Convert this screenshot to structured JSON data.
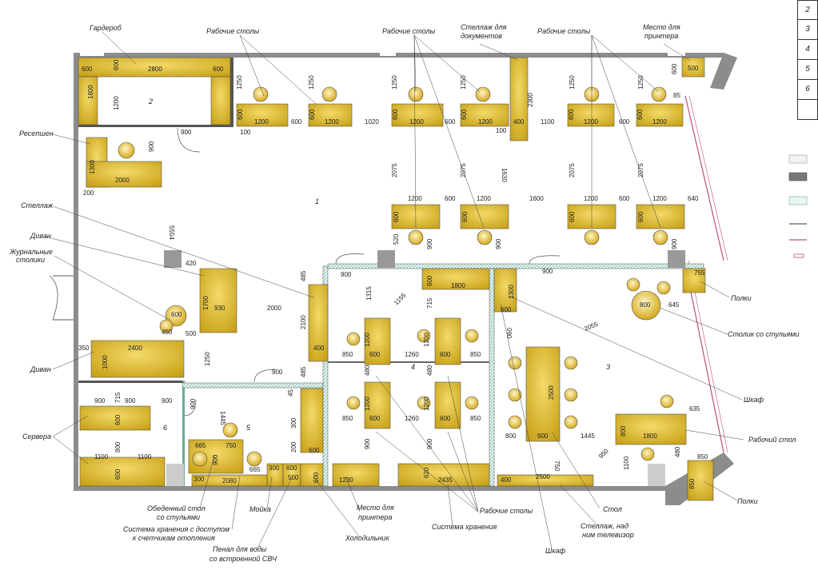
{
  "labels": {
    "garderob": "Гардероб",
    "work_tables_1": "Рабочие столы",
    "work_tables_2": "Рабочие столы",
    "doc_rack_1": "Стеллаж для",
    "doc_rack_2": "документов",
    "work_tables_3": "Рабочие столы",
    "printer_1": "Место для",
    "printer_2": "принтера",
    "reception": "Ресепшен",
    "rack": "Стеллаж",
    "sofa_1": "Диван",
    "coffee_1": "Журнальные",
    "coffee_2": "столики",
    "sofa_2": "Диван",
    "servers": "Сервера",
    "shelves_1": "Полки",
    "table_chairs": "Столик со стульями",
    "cabinet_1": "Шкаф",
    "work_table": "Рабочий стол",
    "shelves_2": "Полки",
    "dining_1": "Обеденный стол",
    "dining_2": "со стульями",
    "storage_heat_1": "Система хранения с доступом",
    "storage_heat_2": "к счетчикам отопления",
    "sink": "Мойка",
    "water_1": "Пенал для воды",
    "water_2": "со встроенной СВЧ",
    "printer2_1": "Место для",
    "printer2_2": "принтера",
    "fridge": "Холодильник",
    "work_tables_4": "Рабочие столы",
    "storage": "Система хранения",
    "cabinet_2": "Шкаф",
    "table": "Стол",
    "tv_rack_1": "Стеллаж, над",
    "tv_rack_2": "ним телевизор"
  },
  "rooms": {
    "r1": "1",
    "r2": "2",
    "r3": "3",
    "r4": "4",
    "r5": "5",
    "r6": "6"
  },
  "legend_numbers": [
    "2",
    "3",
    "4",
    "5",
    "6"
  ],
  "dimensions": {
    "d_600a": "600",
    "d_600b": "600",
    "d_2800": "2800",
    "d_600c": "600",
    "d_1800g": "1800",
    "d_1200g": "1200",
    "d_900a": "900",
    "d_1250a": "1250",
    "d_1250b": "1250",
    "d_1250c": "1250",
    "d_1250d": "1250",
    "d_1250e": "1250",
    "d_1250f": "1250",
    "d_600t1": "600",
    "d_1200t1": "1200",
    "d_600s1": "600",
    "d_600t2": "600",
    "d_1200t2": "1200",
    "d_1020": "1020",
    "d_600t3": "600",
    "d_1200t3": "1200",
    "d_600s2": "600",
    "d_600t4": "600",
    "d_1200t4": "1200",
    "d_1100": "1100",
    "d_600t5": "600",
    "d_1200t5": "1200",
    "d_600s3": "600",
    "d_600t6": "600",
    "d_1200t6": "1200",
    "d_100a": "100",
    "d_100b": "100",
    "d_2300": "2300",
    "d_400r": "400",
    "d_85": "85",
    "d_500": "500",
    "d_1300": "1300",
    "d_900r": "900",
    "d_2000": "2000",
    "d_200": "200",
    "d_5554": "5554",
    "d_2075a": "2075",
    "d_2075b": "2075",
    "d_1630": "1630",
    "d_2075c": "2075",
    "d_2075d": "2075",
    "d_1200b1": "1200",
    "d_600b1": "600",
    "d_1200b2": "1200",
    "d_1600": "1600",
    "d_1200b3": "1200",
    "d_600b2": "600",
    "d_1200b4": "1200",
    "d_640": "640",
    "d_600v1": "600",
    "d_600v2": "600",
    "d_600v3": "600",
    "d_600v4": "600",
    "d_520": "520",
    "d_900v1": "900",
    "d_900v2": "900",
    "d_900v3": "900",
    "d_420": "420",
    "d_1700": "1700",
    "d_930": "930",
    "d_600sofa": "600",
    "d_450": "450",
    "d_500b": "500",
    "d_2000b": "2000",
    "d_485a": "485",
    "d_2100": "2100",
    "d_400b": "400",
    "d_1250g": "1250",
    "d_485b": "485",
    "d_350": "350",
    "d_2400": "2400",
    "d_1000": "1000",
    "d_900c": "900",
    "d_1315": "1315",
    "d_1155": "1155",
    "d_715a": "715",
    "d_600k": "600",
    "d_1800k": "1800",
    "d_1300k": "1300",
    "d_600k2": "600",
    "d_900d": "900",
    "d_755": "755",
    "d_645": "645",
    "d_800": "800",
    "d_1200m1": "1200",
    "d_600m1": "600",
    "d_850a": "850",
    "d_1260a": "1260",
    "d_1200m2": "1200",
    "d_600m2": "600",
    "d_850b": "850",
    "d_480a": "480",
    "d_480b": "480",
    "d_1200m3": "1200",
    "d_600m3": "600",
    "d_850c": "850",
    "d_1260b": "1260",
    "d_1200m4": "1200",
    "d_600m4": "600",
    "d_850d": "850",
    "d_900e": "900",
    "d_900f": "900",
    "d_2055": "2055",
    "d_090": "090",
    "d_2500": "2500",
    "d_900g": "900",
    "d_800b": "800",
    "d_1445a": "1445",
    "d_950": "950",
    "d_750": "750",
    "d_800c": "800",
    "d_1800c": "1800",
    "d_635": "635",
    "d_480c": "480",
    "d_1100b": "1100",
    "d_850e": "850",
    "d_850f": "850",
    "d_900h": "900",
    "d_715b": "715",
    "d_900i": "900",
    "d_900j": "900",
    "d_600srv": "600",
    "d_1100c": "1100",
    "d_800srv": "800",
    "d_1100d": "1100",
    "d_600srv2": "600",
    "d_900k": "900",
    "d_1445b": "1445",
    "d_900l": "900",
    "d_45": "45",
    "d_665a": "665",
    "d_750b": "750",
    "d_900m": "900",
    "d_665b": "665",
    "d_300a": "300",
    "d_2080": "2080",
    "d_300b": "300",
    "d_600n": "600",
    "d_200b": "200",
    "d_300c": "300",
    "d_600p": "600",
    "d_500c": "500",
    "d_1230": "1230",
    "d_620": "620",
    "d_2435": "2435",
    "d_400c": "400",
    "d_2500b": "2500",
    "d_600q": "600"
  }
}
